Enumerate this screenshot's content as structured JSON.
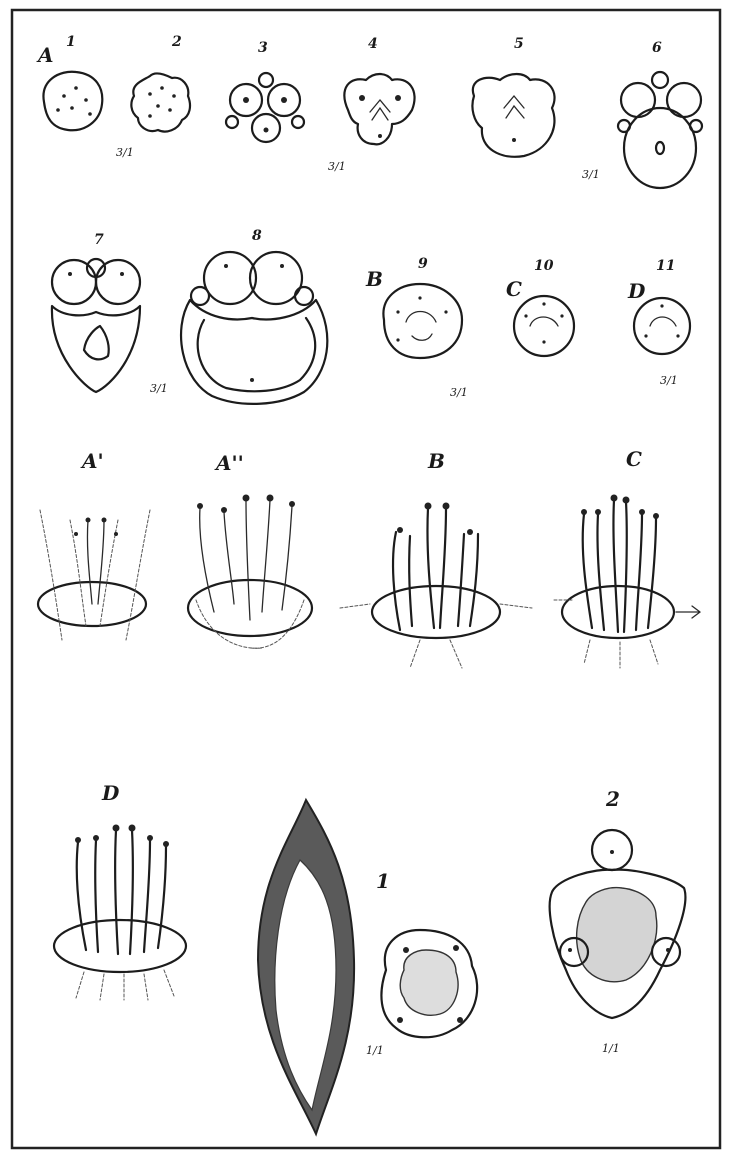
{
  "figures_row1": [
    {
      "id": "1",
      "label": "1"
    },
    {
      "id": "2",
      "label": "2"
    },
    {
      "id": "3",
      "label": "3"
    },
    {
      "id": "4",
      "label": "4"
    },
    {
      "id": "5",
      "label": "5"
    },
    {
      "id": "6",
      "label": "6"
    }
  ],
  "figures_row2": [
    {
      "id": "7",
      "label": "7"
    },
    {
      "id": "8",
      "label": "8"
    },
    {
      "id": "9",
      "label": "9"
    },
    {
      "id": "10",
      "label": "10"
    },
    {
      "id": "11",
      "label": "11"
    }
  ],
  "row1_group_letter": "A",
  "row2_letters": {
    "fig9": "B",
    "fig10": "C",
    "fig11": "D"
  },
  "scale_marks": [
    "3/1",
    "3/1",
    "3/1",
    "3/1",
    "3/1",
    "3/1",
    "1/1",
    "1/1"
  ],
  "row3_labels": [
    "A'",
    "A''",
    "B",
    "C"
  ],
  "row4_labels": {
    "D": "D",
    "one": "1",
    "two": "2"
  }
}
